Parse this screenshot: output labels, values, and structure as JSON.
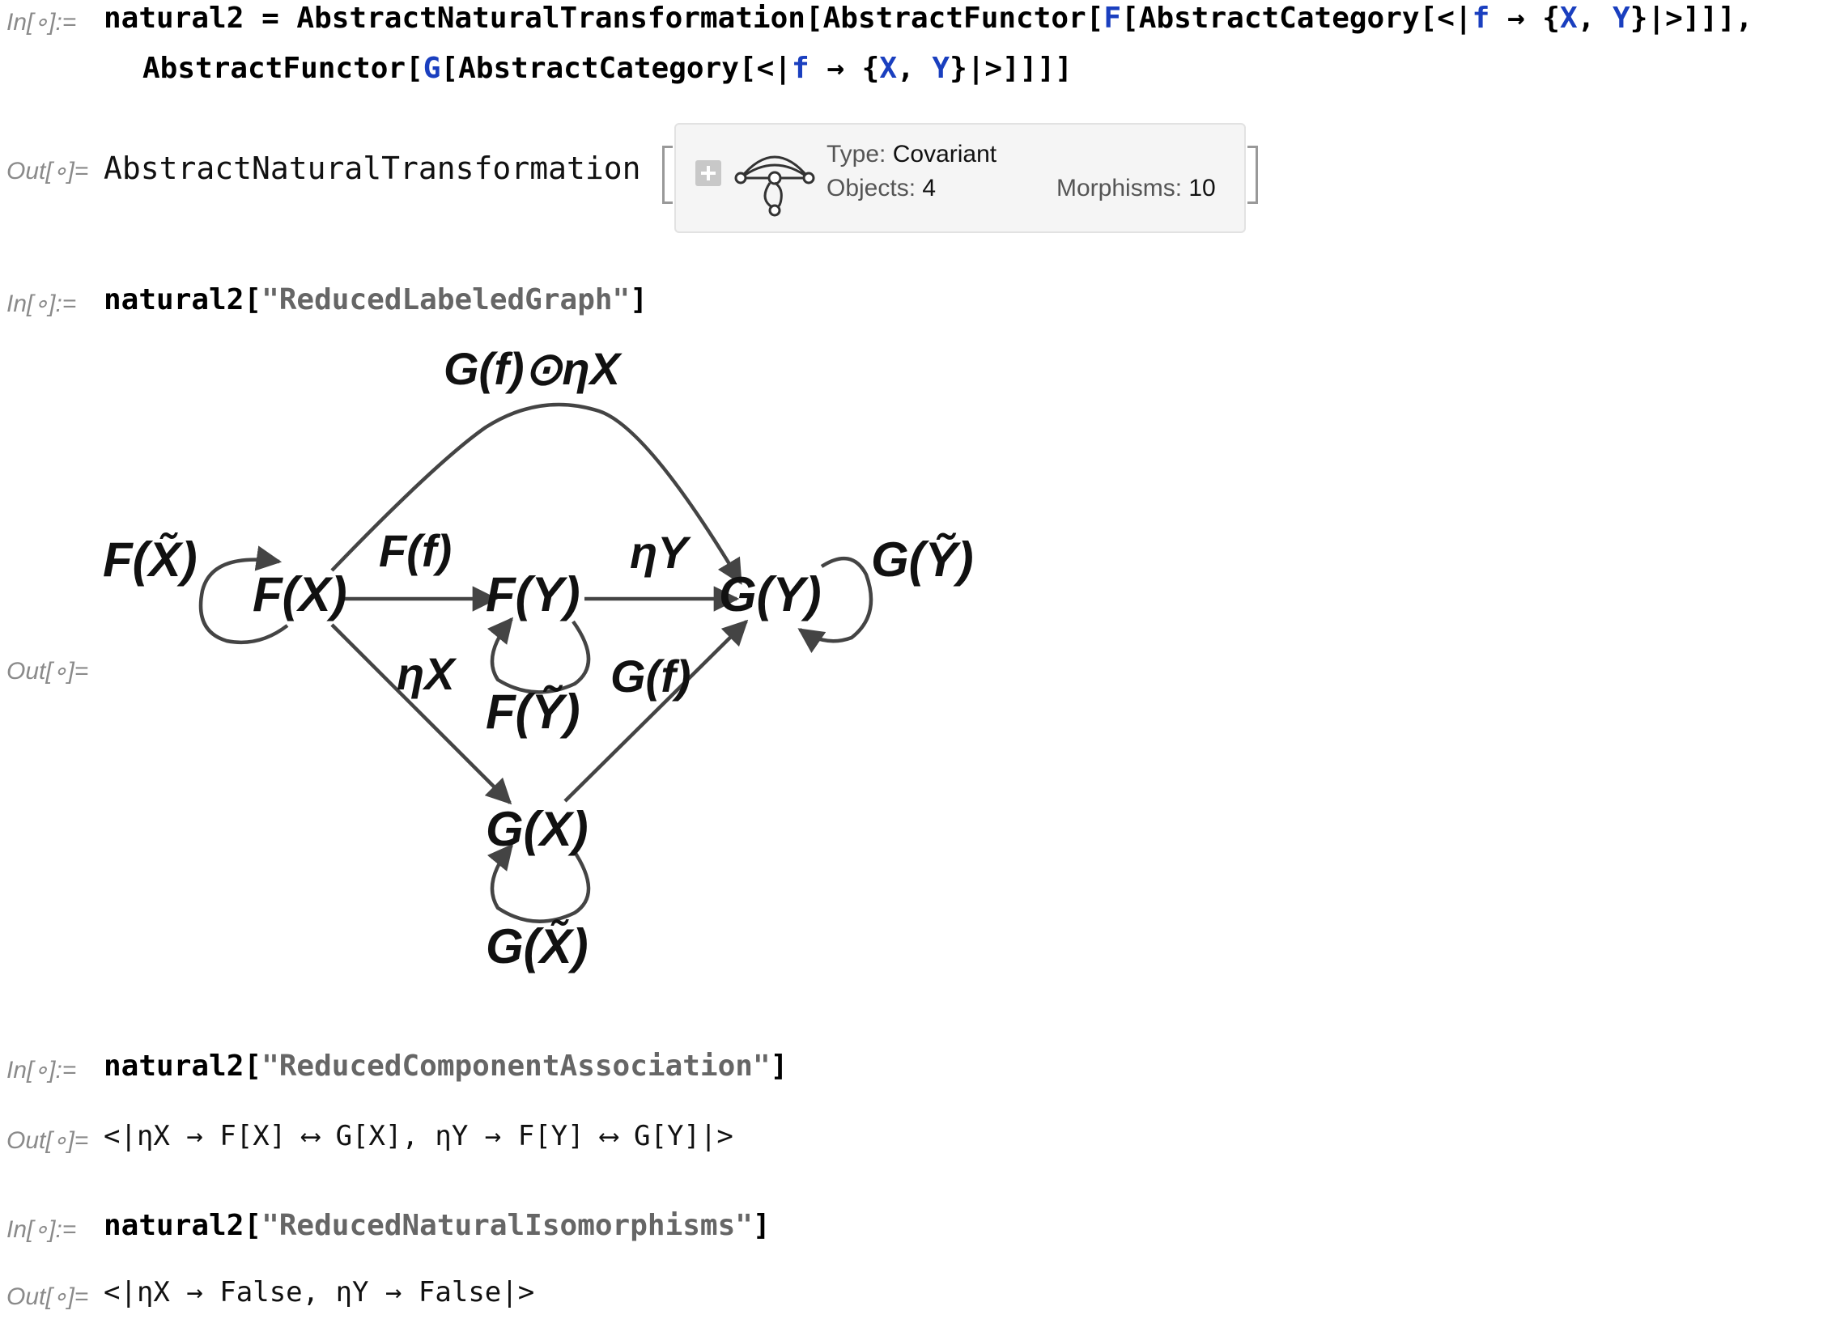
{
  "cells": {
    "in1": {
      "label": "In[∘]:=",
      "line1": {
        "a": "natural2 = AbstractNaturalTransformation[AbstractFunctor[",
        "b": "F",
        "c": "[AbstractCategory[<|",
        "d": "f",
        "e": " → {",
        "f": "X",
        "g": ", ",
        "h": "Y",
        "i": "}|>]]],"
      },
      "line2": {
        "a": "AbstractFunctor[",
        "b": "G",
        "c": "[AbstractCategory[<|",
        "d": "f",
        "e": " → {",
        "f": "X",
        "g": ", ",
        "h": "Y",
        "i": "}|>]]]]"
      }
    },
    "out1": {
      "label": "Out[∘]=",
      "head": "AbstractNaturalTransformation",
      "summary": {
        "type_label": "Type: ",
        "type_value": "Covariant",
        "objects_label": "Objects: ",
        "objects_value": "4",
        "morphisms_label": "Morphisms: ",
        "morphisms_value": "10"
      }
    },
    "in2": {
      "label": "In[∘]:=",
      "code": "natural2[",
      "string": "\"ReducedLabeledGraph\"",
      "close": "]"
    },
    "out2": {
      "label": "Out[∘]=",
      "graph": {
        "nodes": {
          "FX": "F(X)",
          "FY": "F(Y)",
          "GY": "G(Y)",
          "GX": "G(X)"
        },
        "edge_labels": {
          "top": "G(f)⊙ηX",
          "Ff": "F(f)",
          "etaY": "ηY",
          "etaX": "ηX",
          "Gf": "G(f)",
          "loopFX": "F(X̃)",
          "loopFY": "F(Ỹ)",
          "loopGY": "G(Ỹ)",
          "loopGX": "G(X̃)"
        }
      }
    },
    "in3": {
      "label": "In[∘]:=",
      "code": "natural2[",
      "string": "\"ReducedComponentAssociation\"",
      "close": "]"
    },
    "out3": {
      "label": "Out[∘]=",
      "text": "<|ηX → F[X] ⟷ G[X], ηY → F[Y] ⟷ G[Y]|>"
    },
    "in4": {
      "label": "In[∘]:=",
      "code": "natural2[",
      "string": "\"ReducedNaturalIsomorphisms\"",
      "close": "]"
    },
    "out4": {
      "label": "Out[∘]=",
      "text": "<|ηX → False, ηY → False|>"
    }
  },
  "colors": {
    "label_gray": "#8a8a8a",
    "code_blue": "#1a3fbf",
    "string_gray": "#666666",
    "edge": "#444444"
  }
}
